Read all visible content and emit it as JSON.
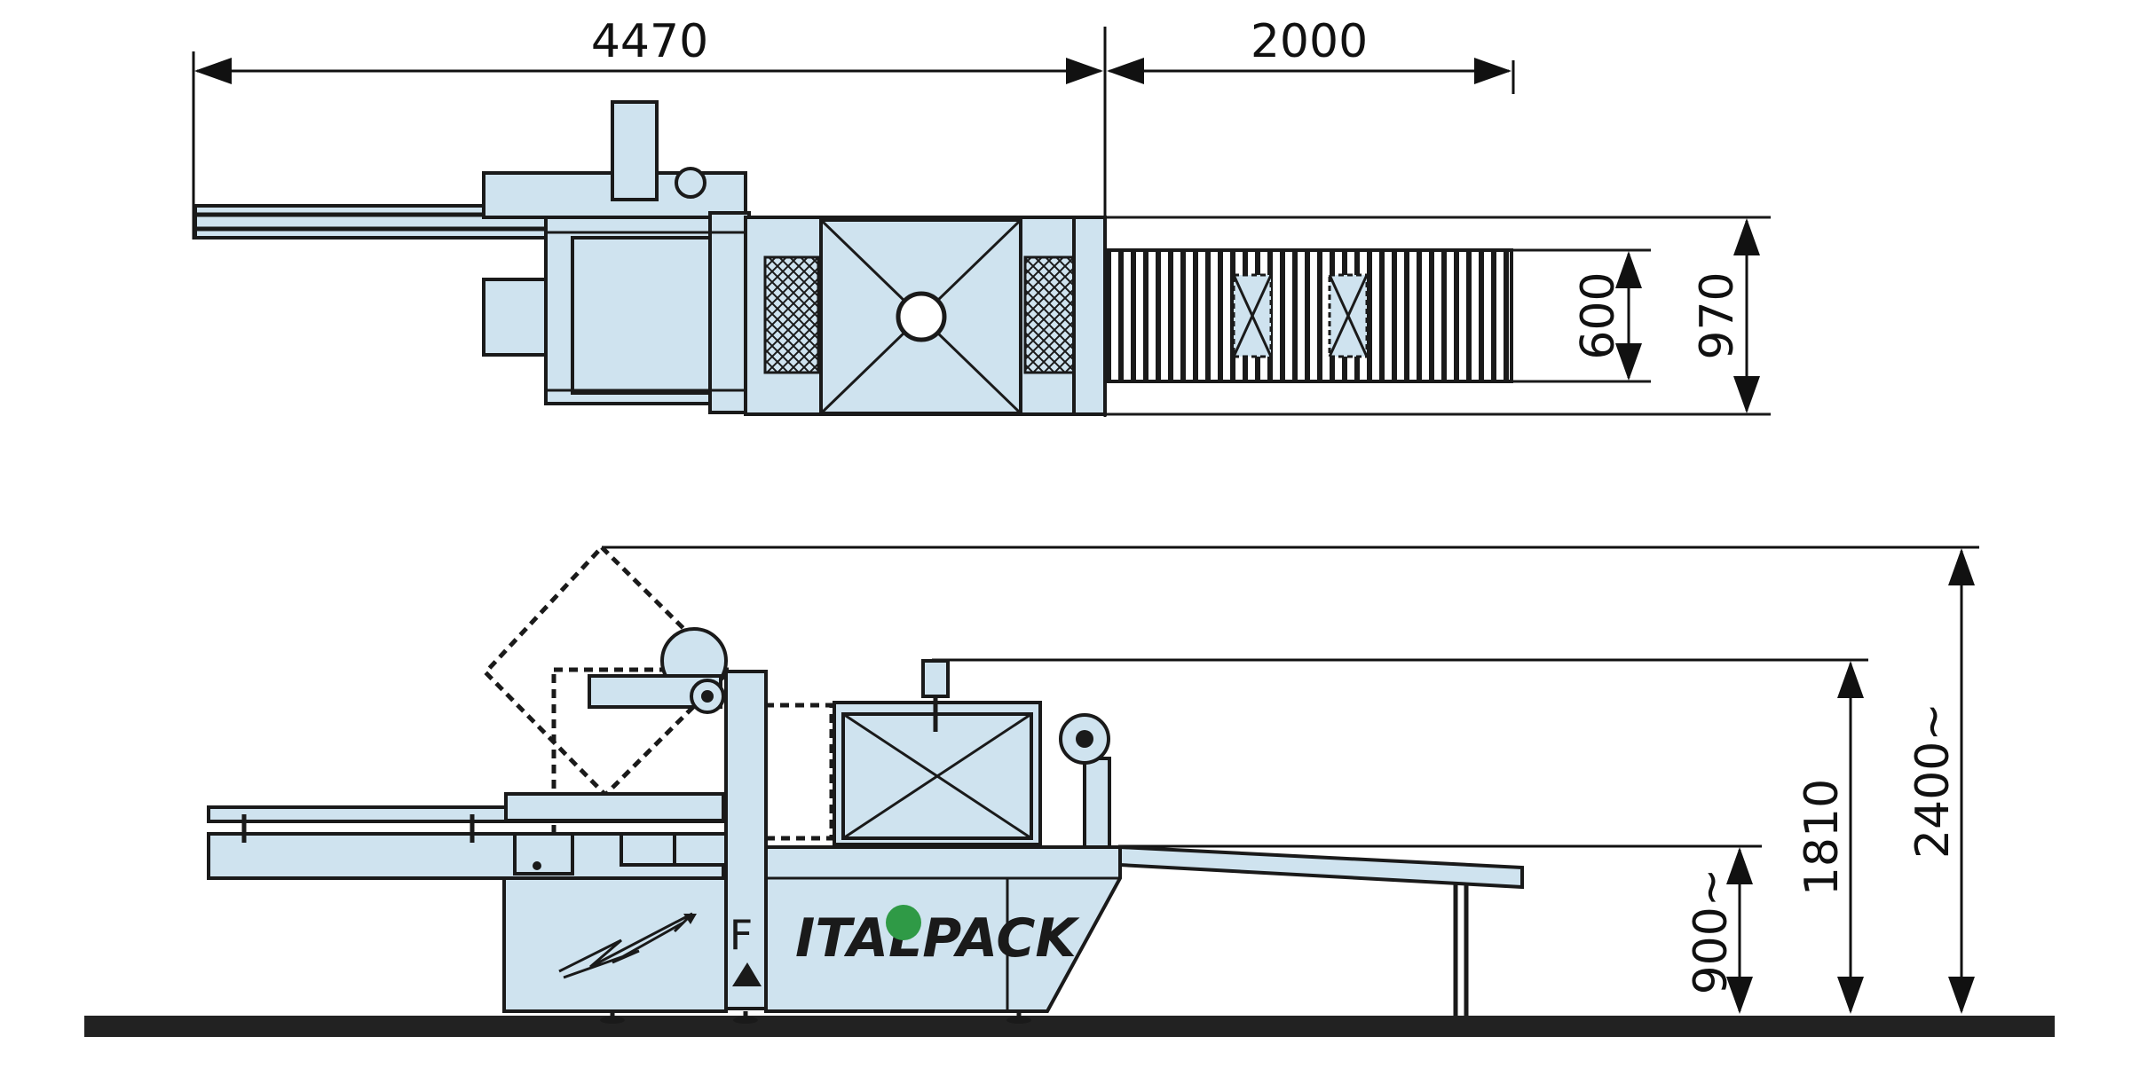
{
  "dimensions": {
    "top_length_left": "4470",
    "top_length_right": "2000",
    "conveyor_width": "600",
    "overall_width": "970",
    "infeed_height": "900~",
    "machine_height": "1810",
    "max_height": "2400~"
  },
  "machine": {
    "brand_text": "ITALPACK",
    "panel_letter": "F"
  },
  "colors": {
    "machine_fill": "#cfe3ef",
    "outline": "#1a1a1a",
    "brand_accent": "#2f9a46",
    "floor": "#222222"
  }
}
